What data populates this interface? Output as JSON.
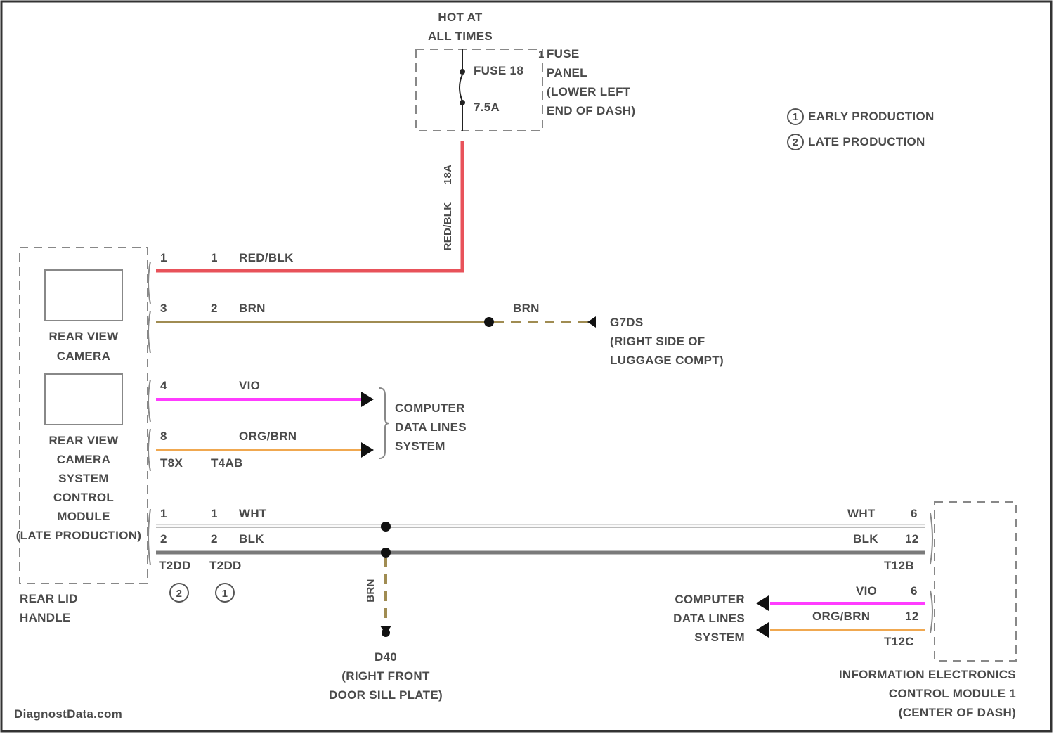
{
  "colors": {
    "red_blk": "#e8525a",
    "brn": "#a08c52",
    "vio": "#ff3cff",
    "org_brn": "#f0a850",
    "wht": "#d8d8d8",
    "blk": "#7a7a7a",
    "line_dark": "#222222",
    "dash_box": "#888888"
  },
  "fuse": {
    "hot_line1": "HOT AT",
    "hot_line2": "ALL TIMES",
    "label": "FUSE 18",
    "rating": "7.5A",
    "panel_line1": "FUSE",
    "panel_line2": "PANEL",
    "panel_line3": "(LOWER LEFT",
    "panel_line4": "END OF DASH)",
    "panel_marker": "1"
  },
  "legend": {
    "item1_num": "1",
    "item1": "EARLY PRODUCTION",
    "item2_num": "2",
    "item2": "LATE PRODUCTION"
  },
  "vertical_red": {
    "label_top": "18A",
    "label_bottom": "RED/BLK"
  },
  "camera": {
    "label_line1": "REAR VIEW",
    "label_line2": "CAMERA",
    "module_line1": "REAR VIEW",
    "module_line2": "CAMERA",
    "module_line3": "SYSTEM",
    "module_line4": "CONTROL",
    "module_line5": "MODULE",
    "module_line6": "(LATE PRODUCTION)",
    "handle_line1": "REAR LID",
    "handle_line2": "HANDLE"
  },
  "wires": {
    "w1_pin_a": "1",
    "w1_pin_b": "1",
    "w1_color": "RED/BLK",
    "w2_pin_a": "3",
    "w2_pin_b": "2",
    "w2_color": "BRN",
    "w2_seg_color": "BRN",
    "w3_pin": "4",
    "w3_color": "VIO",
    "w4_pin": "8",
    "w4_color": "ORG/BRN",
    "conn_a": "T8X",
    "conn_b": "T4AB",
    "w5_pin_a": "1",
    "w5_pin_b": "1",
    "w5_color": "WHT",
    "w5_right_color": "WHT",
    "w5_right_pin": "6",
    "w6_pin_a": "2",
    "w6_pin_b": "2",
    "w6_color": "BLK",
    "w6_right_color": "BLK",
    "w6_right_pin": "12",
    "conn_c": "T2DD",
    "conn_d": "T2DD",
    "conn_c_mark": "2",
    "conn_d_mark": "1",
    "conn_right": "T12B",
    "ground_seg": "BRN",
    "r1_color": "VIO",
    "r1_pin": "6",
    "r2_color": "ORG/BRN",
    "r2_pin": "12",
    "conn_right2": "T12C"
  },
  "ground1": {
    "id": "G7DS",
    "loc_line1": "(RIGHT SIDE OF",
    "loc_line2": "LUGGAGE COMPT)"
  },
  "ground2": {
    "id": "D40",
    "loc_line1": "(RIGHT FRONT",
    "loc_line2": "DOOR SILL PLATE)"
  },
  "cdl1": {
    "line1": "COMPUTER",
    "line2": "DATA LINES",
    "line3": "SYSTEM"
  },
  "cdl2": {
    "line1": "COMPUTER",
    "line2": "DATA LINES",
    "line3": "SYSTEM"
  },
  "info_module": {
    "line1": "INFORMATION ELECTRONICS",
    "line2": "CONTROL MODULE 1",
    "line3": "(CENTER OF DASH)"
  },
  "footer": {
    "watermark": "DiagnostData.com"
  }
}
